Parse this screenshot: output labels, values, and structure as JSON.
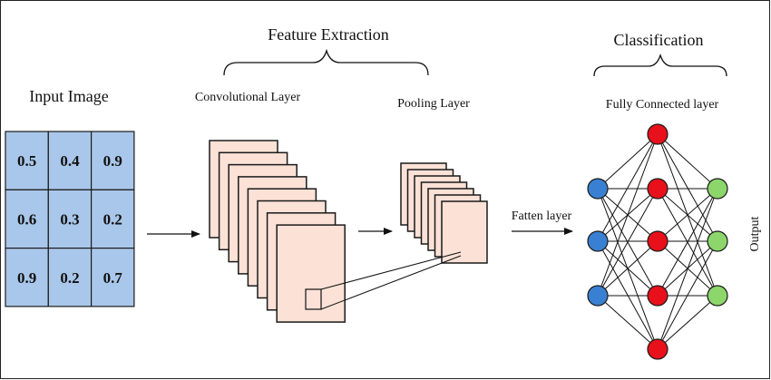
{
  "headers": {
    "feature_extraction": "Feature Extraction",
    "classification": "Classification",
    "input_image": "Input Image"
  },
  "labels": {
    "convolutional_layer": "Convolutional Layer",
    "pooling_layer": "Pooling Layer",
    "fully_connected_layer": "Fully Connected layer",
    "fatten_layer": "Fatten layer",
    "output": "Output"
  },
  "input_grid": {
    "rows": [
      [
        "0.5",
        "0.4",
        "0.9"
      ],
      [
        "0.6",
        "0.3",
        "0.2"
      ],
      [
        "0.9",
        "0.2",
        "0.7"
      ]
    ]
  },
  "network": {
    "layers": [
      3,
      5,
      3
    ]
  },
  "colors": {
    "grid_fill": "#a9c7ea",
    "feature_map_fill": "#fbe1d6",
    "input_node": "#3a80d2",
    "hidden_node": "#e8101a",
    "output_node": "#8cd66b",
    "border": "#222222"
  }
}
